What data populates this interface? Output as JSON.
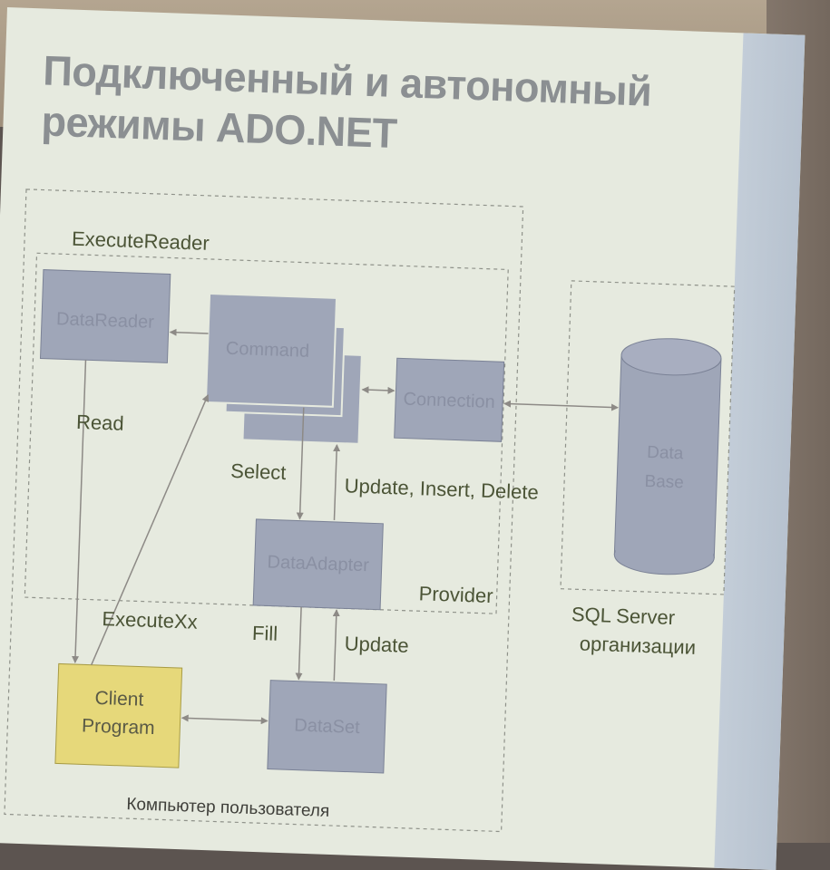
{
  "title": {
    "line1": "Подключенный и автономный",
    "line2": "режимы ADO.NET"
  },
  "labels": {
    "execute_reader": "ExecuteReader",
    "read": "Read",
    "select": "Select",
    "update_insert_delete": "Update, Insert, Delete",
    "provider": "Provider",
    "execute_xx": "ExecuteXx",
    "fill": "Fill",
    "update": "Update",
    "sql_server_line1": "SQL Server",
    "sql_server_line2": "организации",
    "user_computer": "Компьютер пользователя"
  },
  "nodes": {
    "data_reader": "DataReader",
    "command": "Command",
    "connection": "Connection",
    "data_base_line1": "Data",
    "data_base_line2": "Base",
    "data_adapter": "DataAdapter",
    "client_program_line1": "Client",
    "client_program_line2": "Program",
    "data_set": "DataSet"
  },
  "colors": {
    "box_fill": "#9fa6b8",
    "box_stroke": "#7b8296",
    "box_text": "#8a90a3",
    "client_fill": "#e6d87a",
    "label_text": "#4b5436",
    "arrow": "#8d8a86",
    "dashed": "#8f928a"
  }
}
